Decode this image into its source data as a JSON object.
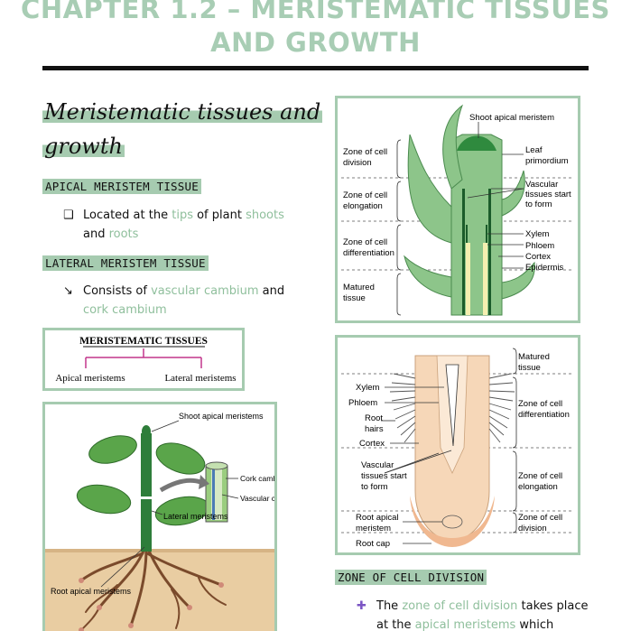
{
  "header": {
    "title_line1": "CHAPTER 1.2 – MERISTEMATIC TISSUES",
    "title_line2": "AND GROWTH"
  },
  "left": {
    "hand_title_line1": "Meristematic tissues and",
    "hand_title_line2": "growth",
    "apical_label": "APICAL MERISTEM TISSUE",
    "apical_bullet": {
      "marker": "❑",
      "parts": [
        "Located at the ",
        "tips",
        " of plant ",
        "shoots",
        " and ",
        "roots"
      ]
    },
    "lateral_label": "LATERAL MERISTEM TISSUE",
    "lateral_bullet": {
      "marker": "↘",
      "parts": [
        "Consists of ",
        "vascular cambium",
        " and ",
        "cork cambium"
      ]
    },
    "tree_diagram": {
      "root": "MERISTEMATIC TISSUES",
      "left_leaf": "Apical meristems",
      "right_leaf": "Lateral meristems"
    },
    "plant_diagram": {
      "shoot_label": "Shoot apical meristems",
      "cork_label": "Cork cambium",
      "vascular_label": "Vascular cambium",
      "lateral_label": "Lateral meristems",
      "root_label": "Root apical meristems"
    }
  },
  "right": {
    "shoot_diagram": {
      "top_label": "Shoot apical meristem",
      "zone_division": "Zone of cell division",
      "zone_elongation": "Zone of cell elongation",
      "zone_differentiation": "Zone of cell differentiation",
      "matured": "Matured tissue",
      "leaf_primordium": "Leaf primordium",
      "vascular_start": "Vascular tissues start to form",
      "xylem": "Xylem",
      "phloem": "Phloem",
      "cortex": "Cortex",
      "epidermis": "Epidermis"
    },
    "root_diagram": {
      "matured": "Matured tissue",
      "xylem": "Xylem",
      "phloem": "Phloem",
      "root_hairs": "Root hairs",
      "cortex": "Cortex",
      "vascular_start": "Vascular tissues start to form",
      "root_apical": "Root apical meristem",
      "root_cap": "Root cap",
      "zone_differentiation": "Zone of cell differentiation",
      "zone_elongation": "Zone of cell elongation",
      "zone_division": "Zone of cell division"
    },
    "division_label": "ZONE OF CELL DIVISION",
    "division_bullet": {
      "marker": "✚",
      "parts": [
        "The ",
        "zone of cell division",
        " takes place at the ",
        "apical meristems",
        " which"
      ]
    }
  },
  "colors": {
    "accent_green": "#a6cbb0",
    "text_green": "#8fbf9c",
    "title_green": "#a8cdb4",
    "plant_green": "#8dc58a",
    "root_peach": "#f6d7b8",
    "tree_magenta": "#c2368c"
  }
}
